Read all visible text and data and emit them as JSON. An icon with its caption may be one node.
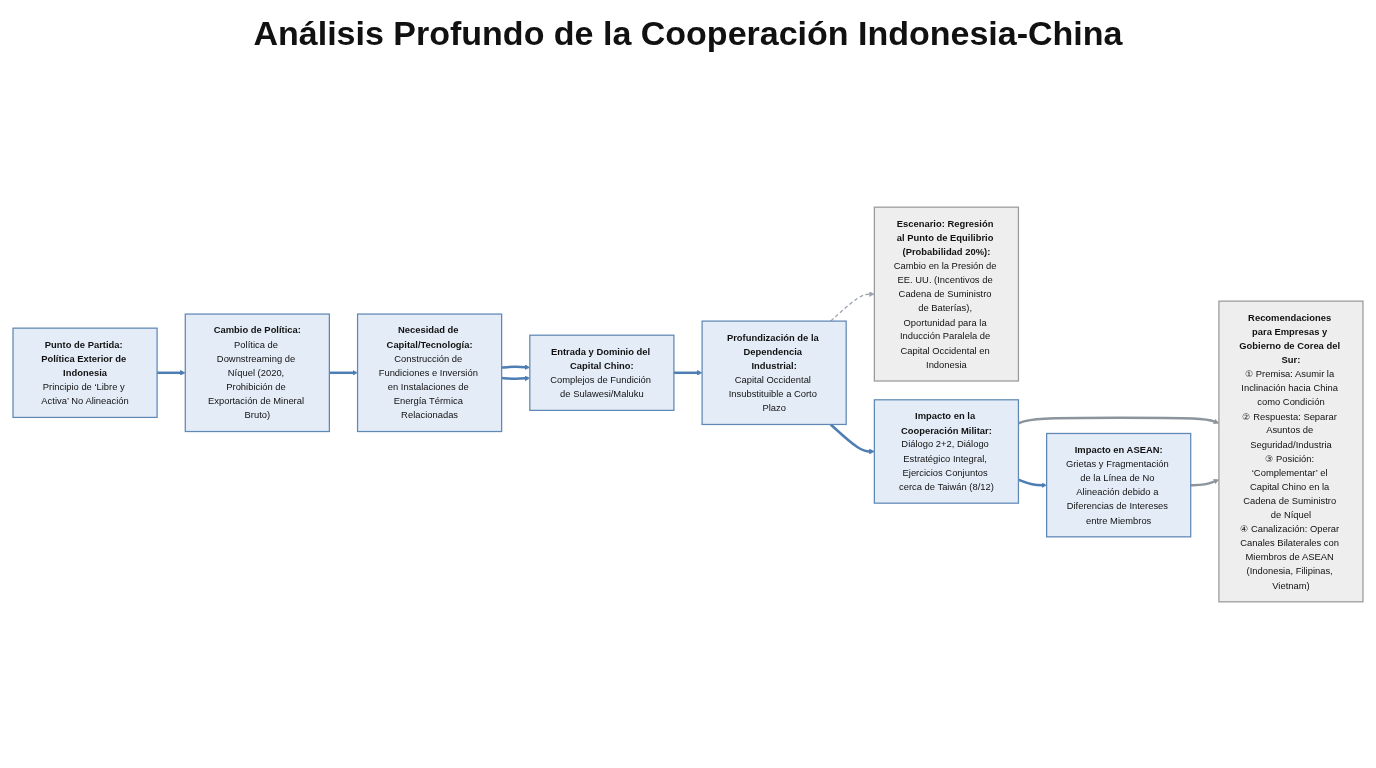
{
  "diagram": {
    "title": "Análisis Profundo de la Cooperación Indonesia-China",
    "nodes": [
      {
        "text": [
          "Punto de Partida: Política Exterior de Indonesia",
          "Principio de ‘Libre y Activa’ No Alineación"
        ]
      },
      {
        "text": [
          "Cambio de Política:",
          "Política de Downstreaming de Níquel (2020, Prohibición de Exportación de Mineral Bruto)"
        ]
      },
      {
        "text": [
          "Necesidad de Capital/Tecnología:",
          "Construcción de Fundiciones e Inversión en Instalaciones de Energía Térmica Relacionadas"
        ]
      },
      {
        "text": [
          "Entrada y Dominio del Capital Chino:",
          "Complejos de Fundición de Sulawesi/Maluku"
        ]
      },
      {
        "text": [
          "Profundización de la Dependencia Industrial:",
          "Capital Occidental Insubstituible a Corto Plazo"
        ]
      },
      {
        "text": [
          "Escenario: Regresión al Punto de Equilibrio (Probabilidad 20%):",
          "Cambio en la Presión de EE. UU. (Incentivos de Cadena de Suministro de Baterías), Oportunidad para la Inducción Paralela de Capital Occidental en Indonesia"
        ]
      },
      {
        "text": [
          "Impacto en la Cooperación Militar:",
          "Diálogo 2+2, Diálogo Estratégico Integral, Ejercicios Conjuntos cerca de Taiwán (8/12)"
        ]
      },
      {
        "text": [
          "Impacto en ASEAN:",
          "Grietas y Fragmentación de la Línea de No Alineación debido a Diferencias de Intereses entre Miembros"
        ]
      },
      {
        "text": [
          "Recomendaciones para Empresas y Gobierno de Corea del Sur:",
          "① Premisa: Asumir la Inclinación hacia China como Condición",
          "② Respuesta: Separar Asuntos de Seguridad/Industria",
          "③ Posición: ‘Complementar’ el Capital Chino en la Cadena de Suministro de Níquel",
          "④ Canalización: Operar Canales Bilaterales con Miembros de ASEAN (Indonesia, Filipinas, Vietnam)"
        ]
      }
    ],
    "edges": [
      {
        "from": 0,
        "to": 1,
        "arrow": "to"
      },
      {
        "from": 1,
        "to": 2,
        "arrow": "to"
      },
      {
        "from": 2,
        "to": 3,
        "arrow": "to"
      },
      {
        "from": 2,
        "to": 3,
        "arrow": "to"
      },
      {
        "from": 3,
        "to": 4,
        "arrow": "to"
      },
      {
        "from": 4,
        "to": 5,
        "arrow": "to",
        "style": "dashed",
        "color": "#9aa3ad"
      },
      {
        "from": 4,
        "to": 6,
        "arrow": "to"
      },
      {
        "from": 6,
        "to": 7,
        "arrow": "to"
      },
      {
        "from": 6,
        "to": 8,
        "arrow": "to",
        "color": "#8c949c"
      },
      {
        "from": 7,
        "to": 8,
        "arrow": "to",
        "color": "#8c949c"
      }
    ]
  }
}
